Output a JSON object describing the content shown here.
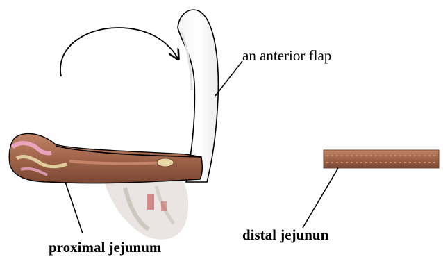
{
  "labels": {
    "anterior_flap": "an anterior flap",
    "distal_jejunum": "distal jejunun",
    "proximal_jejunum": "proximal jejunum"
  },
  "colors": {
    "bowel_wall": "#a0644a",
    "bowel_dark": "#7a4632",
    "mucosa_highlight": "#e8b9a0",
    "mucosa_pink": "#f0a8c8",
    "mucosa_cream": "#e8d8a8",
    "outline": "#000000",
    "shadow_gray": "#d9d4d0",
    "bleed_red": "#c04040"
  }
}
